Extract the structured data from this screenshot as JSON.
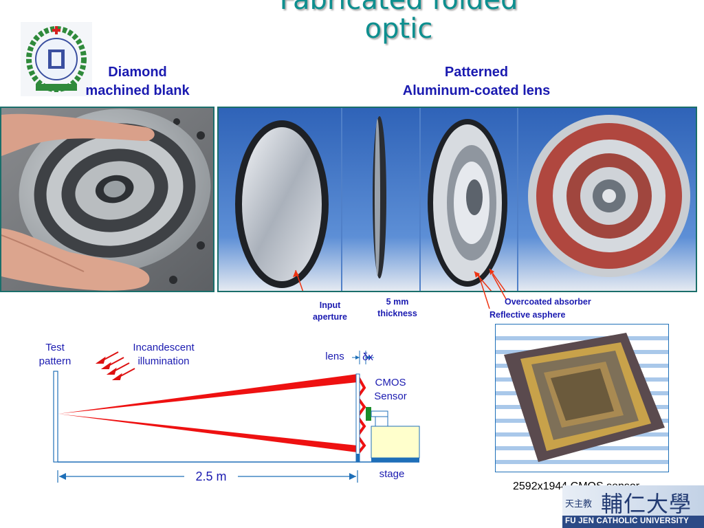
{
  "slide": {
    "title_line1": "Fabricated folded",
    "title_line2": "optic",
    "left_heading": [
      "Diamond",
      "machined blank"
    ],
    "right_heading": [
      "Patterned",
      "Aluminum-coated lens"
    ]
  },
  "callouts": {
    "input_aperture": [
      "Input",
      "aperture"
    ],
    "thickness": [
      "5 mm",
      "thickness"
    ],
    "overcoated_absorber": "Overcoated absorber",
    "reflective_asphere": "Reflective asphere"
  },
  "diagram": {
    "test_pattern": [
      "Test",
      "pattern"
    ],
    "illumination": [
      "Incandescent",
      "illumination"
    ],
    "lens": "lens",
    "delta_x": "δx",
    "cmos_sensor": [
      "CMOS",
      "Sensor"
    ],
    "stage": "stage",
    "distance": "2.5 m"
  },
  "sensor_caption": "2592x1944 CMOS sensor",
  "university": {
    "name_en": "FU JEN CATHOLIC UNIVERSITY",
    "name_zh_small": "天主教",
    "name_zh_large": "輔仁大學"
  },
  "colors": {
    "title": "#0d8f8f",
    "heading": "#1a1ab0",
    "frame": "#1a6e6a",
    "beam": "#ee1111",
    "dimension": "#1e6fb8"
  }
}
